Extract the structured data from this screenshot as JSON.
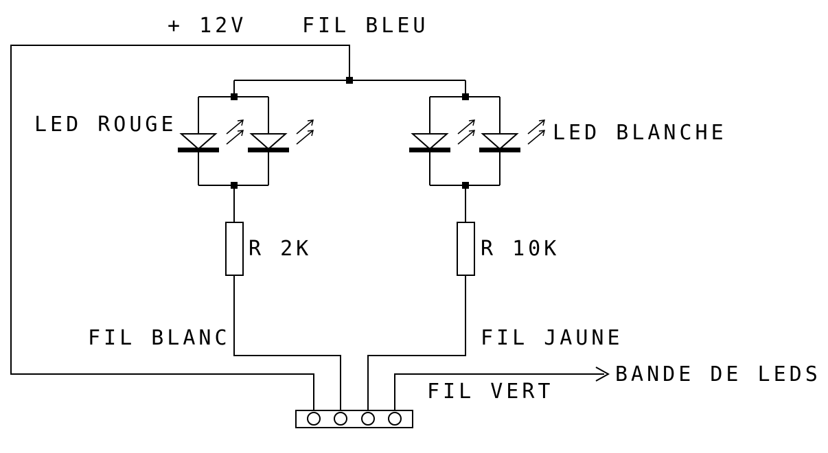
{
  "labels": {
    "supply": "+ 12V",
    "blue_wire": "FIL BLEU",
    "red_led": "LED ROUGE",
    "white_led": "LED BLANCHE",
    "resistor_left": "R 2K",
    "resistor_right": "R 10K",
    "white_wire": "FIL BLANC",
    "yellow_wire": "FIL JAUNE",
    "green_wire": "FIL VERT",
    "led_strip": "BANDE DE LEDS"
  },
  "colors": {
    "line": "#000000",
    "background": "#ffffff"
  }
}
